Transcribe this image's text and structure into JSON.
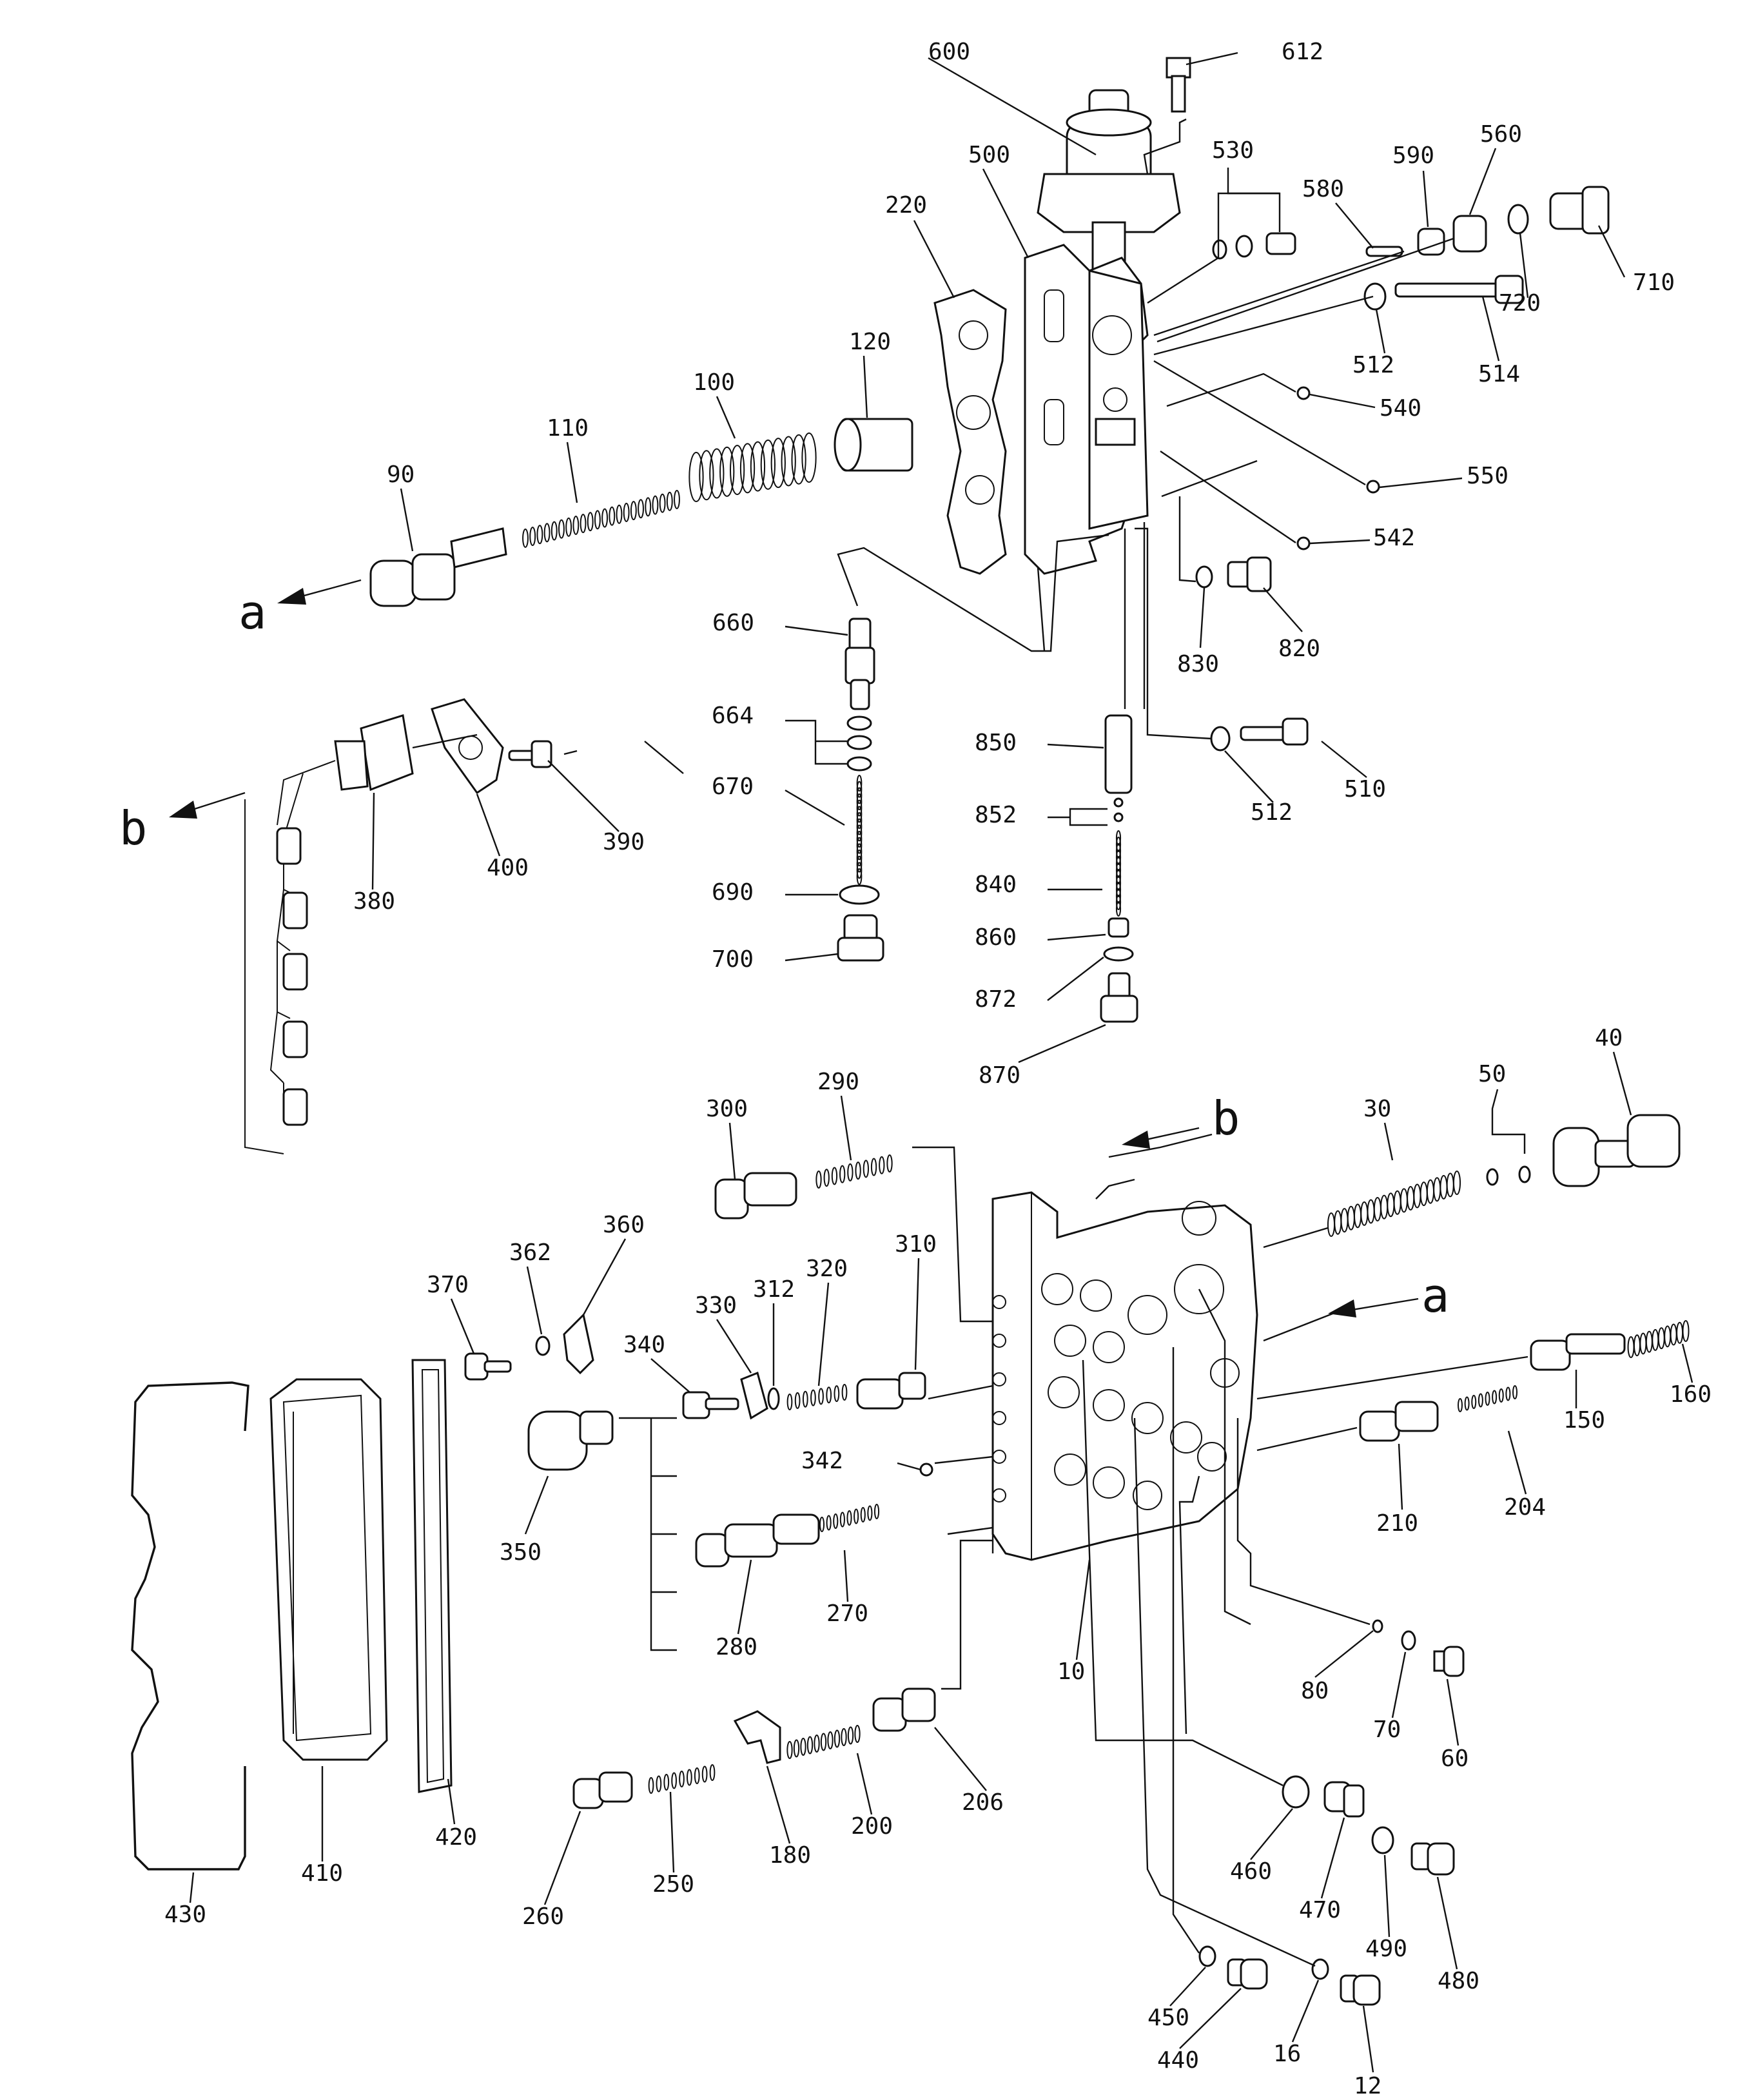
{
  "labels": [
    "600",
    "612",
    "500",
    "530",
    "580",
    "590",
    "560",
    "220",
    "710",
    "720",
    "512",
    "514",
    "540",
    "120",
    "100",
    "110",
    "550",
    "90",
    "542",
    "830",
    "820",
    "660",
    "664",
    "850",
    "512",
    "510",
    "670",
    "852",
    "380",
    "400",
    "390",
    "690",
    "840",
    "860",
    "700",
    "872",
    "870",
    "300",
    "290",
    "30",
    "50",
    "40",
    "360",
    "362",
    "370",
    "310",
    "320",
    "312",
    "330",
    "340",
    "150",
    "160",
    "350",
    "342",
    "210",
    "204",
    "270",
    "280",
    "10",
    "80",
    "70",
    "60",
    "460",
    "470",
    "490",
    "480",
    "206",
    "200",
    "180",
    "250",
    "260",
    "420",
    "410",
    "430",
    "450",
    "440",
    "16",
    "12"
  ],
  "letters": [
    "a",
    "b",
    "b",
    "a"
  ]
}
